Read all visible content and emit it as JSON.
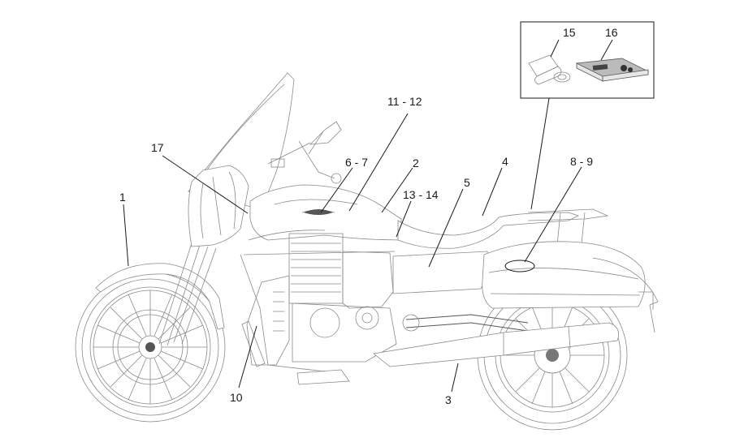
{
  "callouts": {
    "c1": "1",
    "c2": "2",
    "c3": "3",
    "c4": "4",
    "c5": "5",
    "c6_7": "6 - 7",
    "c8_9": "8 - 9",
    "c10": "10",
    "c11_12": "11 - 12",
    "c13_14": "13 - 14",
    "c15": "15",
    "c16": "16",
    "c17": "17"
  }
}
